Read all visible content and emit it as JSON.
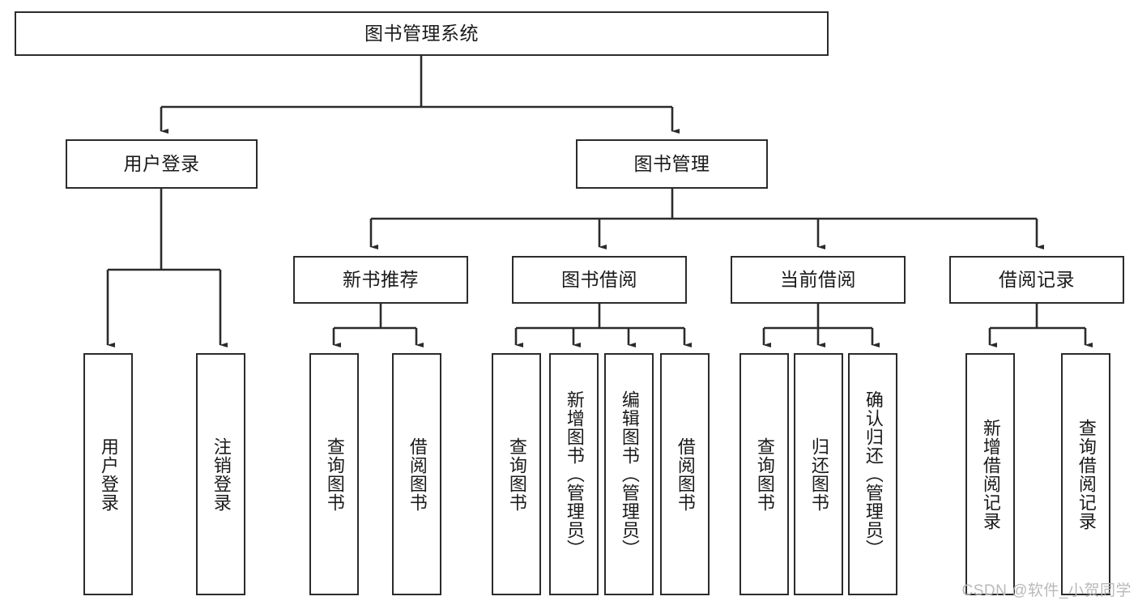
{
  "diagram": {
    "title": "图书管理系统",
    "watermark": "CSDN @软件_小贺同学",
    "nodes": {
      "root": {
        "label": "图书管理系统"
      },
      "level2": [
        {
          "id": "user-login",
          "label": "用户登录"
        },
        {
          "id": "book-manage",
          "label": "图书管理"
        }
      ],
      "level3": [
        {
          "id": "new-book-recommend",
          "label": "新书推荐"
        },
        {
          "id": "book-borrow",
          "label": "图书借阅"
        },
        {
          "id": "current-borrow",
          "label": "当前借阅"
        },
        {
          "id": "borrow-record",
          "label": "借阅记录"
        }
      ],
      "leaves": {
        "user_login": [
          {
            "id": "leaf-user-login",
            "label": "用户登录"
          },
          {
            "id": "leaf-logout-login",
            "label": "注销登录"
          }
        ],
        "new_book_recommend": [
          {
            "id": "leaf-query-book-1",
            "label": "查询图书"
          },
          {
            "id": "leaf-borrow-book-1",
            "label": "借阅图书"
          }
        ],
        "book_borrow": [
          {
            "id": "leaf-query-book-2",
            "label": "查询图书"
          },
          {
            "id": "leaf-add-book",
            "label": "新增图书（管理员）"
          },
          {
            "id": "leaf-edit-book",
            "label": "编辑图书（管理员）"
          },
          {
            "id": "leaf-borrow-book-2",
            "label": "借阅图书"
          }
        ],
        "current_borrow": [
          {
            "id": "leaf-query-book-3",
            "label": "查询图书"
          },
          {
            "id": "leaf-return-book",
            "label": "归还图书"
          },
          {
            "id": "leaf-confirm-return",
            "label": "确认归还（管理员）"
          }
        ],
        "borrow_record": [
          {
            "id": "leaf-add-borrow-record",
            "label": "新增借阅记录"
          },
          {
            "id": "leaf-query-borrow-record",
            "label": "查询借阅记录"
          }
        ]
      }
    },
    "colors": {
      "stroke": "#2b2b2b",
      "fill": "#ffffff",
      "text": "#1a1a1a",
      "watermark": "#b9b9b9"
    }
  }
}
